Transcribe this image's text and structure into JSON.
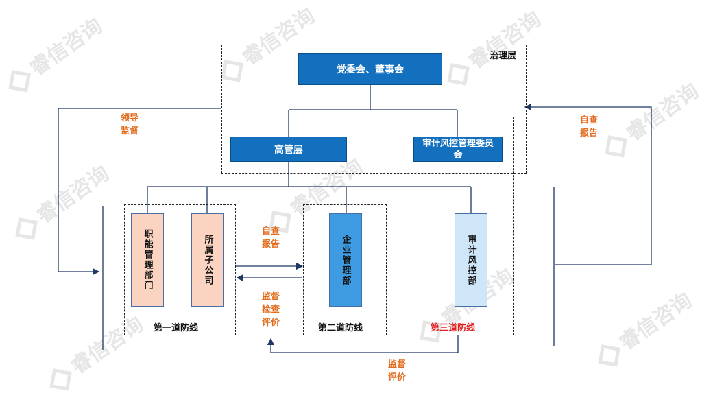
{
  "watermark_text": "睿信咨询",
  "governance": {
    "label": "治理层",
    "party_board": "党委会、董事会",
    "senior_mgmt": "高管层",
    "audit_committee": "审计风控管理委员会"
  },
  "line1": {
    "label": "第一道防线",
    "functional": "职能管理部门",
    "subsidiary": "所属子公司"
  },
  "line2": {
    "label": "第二道防线",
    "enterprise_mgmt": "企业管理部"
  },
  "line3": {
    "label": "第三道防线",
    "audit_risk": "审计风控部"
  },
  "notes": {
    "lead_supervise": "领导\n监督",
    "self_report_right": "自查\n报告",
    "self_report_mid": "自查\n报告",
    "supervise_eval_mid": "监督\n检查\n评价",
    "supervise_eval_bottom": "监督\n评价"
  },
  "colors": {
    "dark_blue": "#1270bf",
    "mid_blue": "#3e9be2",
    "light_blue": "#cfe5f8",
    "peach": "#fad4c0",
    "connector": "#1f3864",
    "note_orange": "#e26b1c",
    "note_red": "#e02020"
  }
}
